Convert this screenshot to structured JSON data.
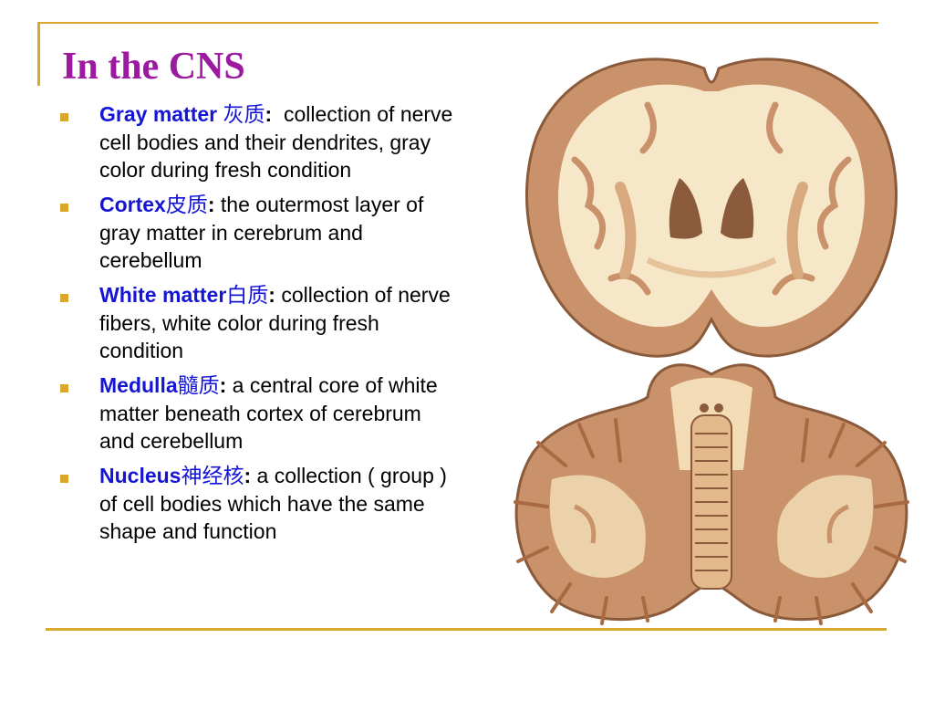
{
  "slide": {
    "title": "In the CNS",
    "bullets": [
      {
        "term": "Gray matter ",
        "term_zh": "灰质",
        "colon": ":",
        "definition": "  collection of nerve cell bodies and their dendrites, gray color during fresh condition"
      },
      {
        "term": "Cortex",
        "term_zh": "皮质",
        "colon": ":",
        "definition": " the outermost layer of gray matter in cerebrum and cerebellum"
      },
      {
        "term": "White matter",
        "term_zh": "白质",
        "colon": ":",
        "definition": " collection of nerve fibers, white color during fresh condition"
      },
      {
        "term": "Medulla",
        "term_zh": "髓质",
        "colon": ":",
        "definition": " a central core of white matter beneath cortex of cerebrum and cerebellum"
      },
      {
        "term": "Nucleus",
        "term_zh": "神经核",
        "colon": ":",
        "definition": " a collection ( group ) of cell bodies which have the same shape and function"
      }
    ]
  },
  "colors": {
    "title": "#9b1aa0",
    "term": "#1515d6",
    "accent": "#d9a72a",
    "tissue_gray": "#c9926a",
    "tissue_white": "#f6e7c8"
  },
  "figure": {
    "top_image": "cerebrum-coronal-section",
    "bottom_image": "cerebellum-brainstem-section"
  }
}
